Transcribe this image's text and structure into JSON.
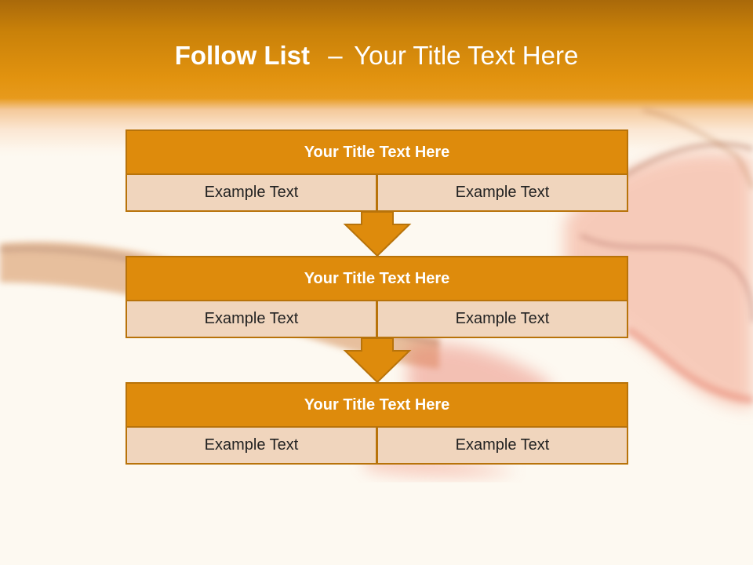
{
  "slide": {
    "title_bold": "Follow List",
    "title_rest": "Your Title Text Here",
    "title_dash": "–"
  },
  "blocks": [
    {
      "title": "Your Title Text Here",
      "left_text": "Example Text",
      "right_text": "Example Text"
    },
    {
      "title": "Your Title Text Here",
      "left_text": "Example Text",
      "right_text": "Example Text"
    },
    {
      "title": "Your Title Text Here",
      "left_text": "Example Text",
      "right_text": "Example Text"
    }
  ],
  "colors": {
    "header_orange": "#e2930f",
    "block_title_fill": "#de8b0c",
    "block_cell_fill": "#f0d5bd",
    "block_border": "#b8730a",
    "background": "#fdf9f1"
  },
  "icons": {
    "connector": "down-arrow-icon"
  }
}
